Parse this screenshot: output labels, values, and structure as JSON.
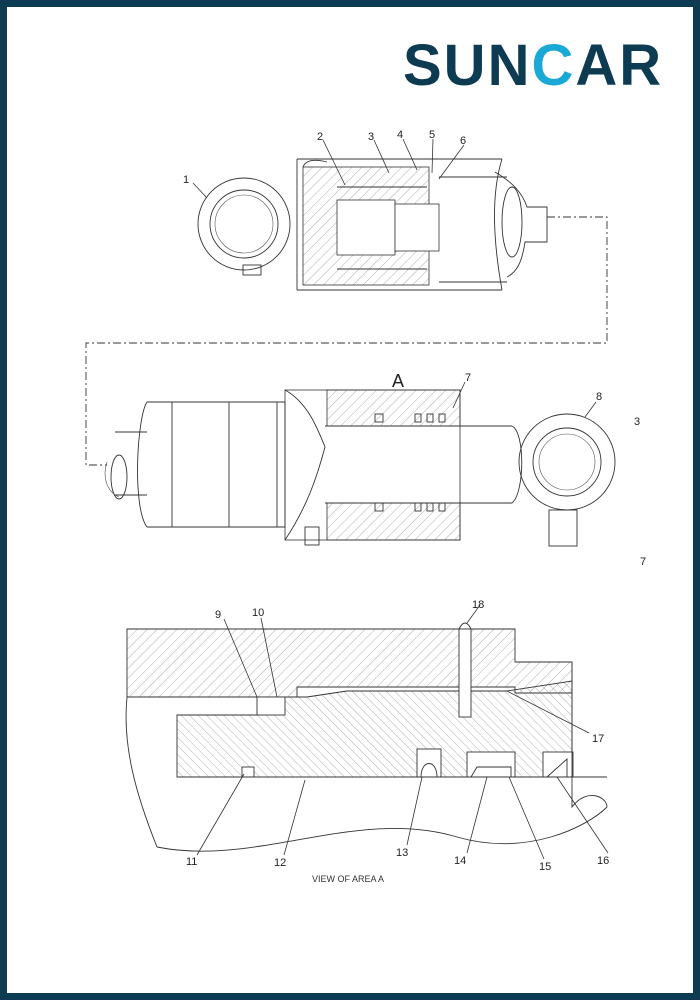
{
  "brand": {
    "logo_text": "SUNCAR",
    "primary_color": "#0d3b52",
    "accent_color": "#1aa9d6"
  },
  "callouts": [
    "1",
    "2",
    "3",
    "4",
    "5",
    "6",
    "7",
    "8",
    "9",
    "10",
    "11",
    "12",
    "13",
    "14",
    "15",
    "16",
    "17",
    "18"
  ],
  "section_marker": "A",
  "caption": "VIEW OF AREA A",
  "stray_marks": [
    "3",
    "7"
  ]
}
